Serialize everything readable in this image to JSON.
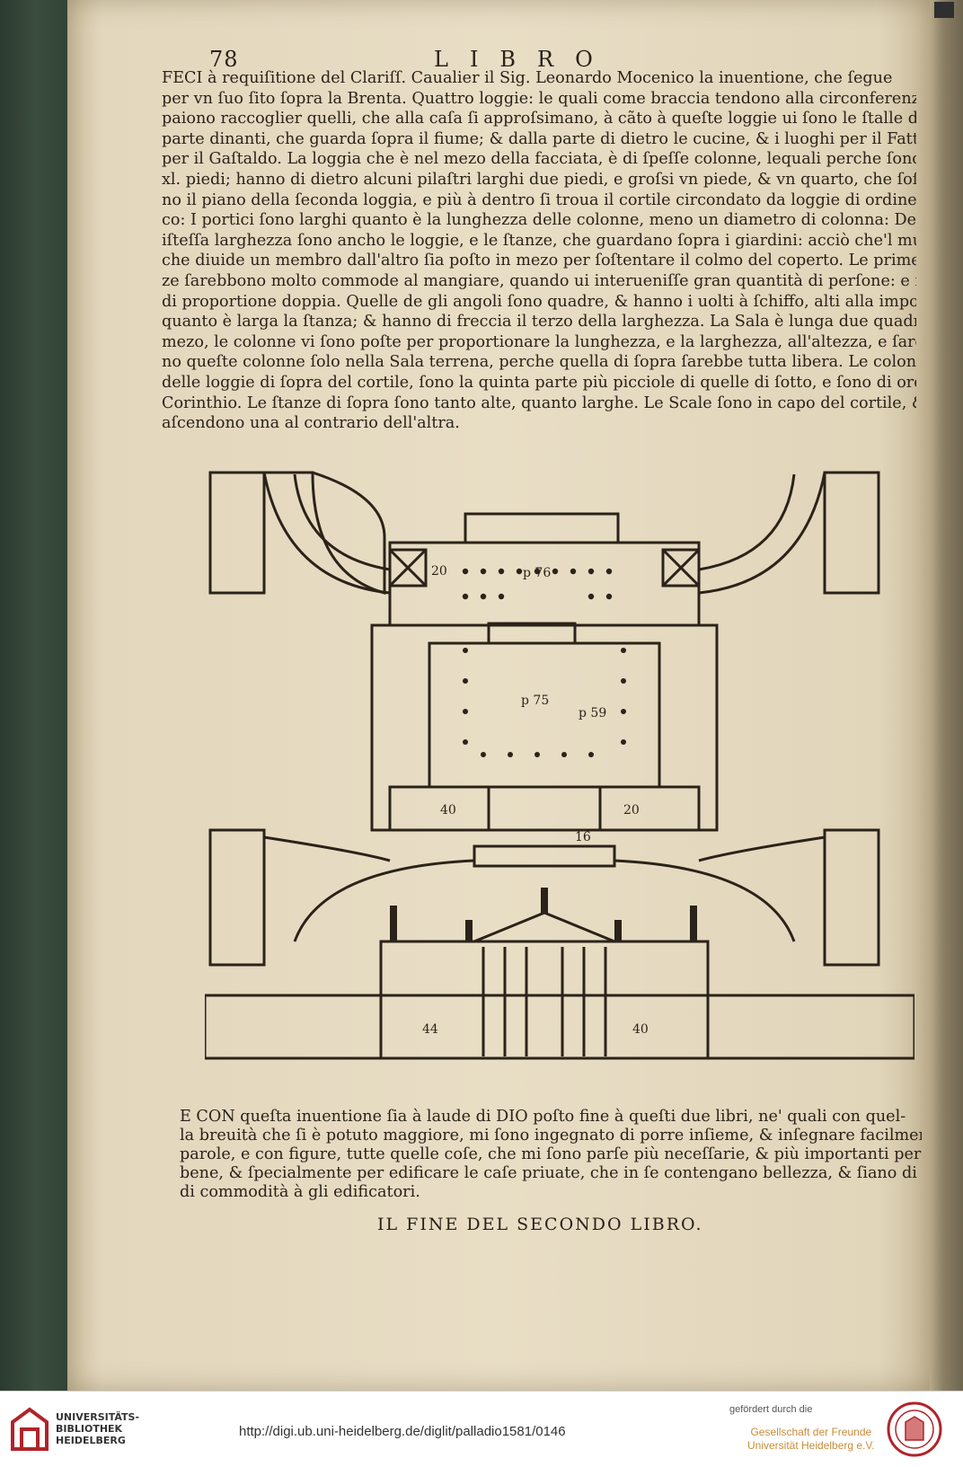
{
  "header": {
    "page_number": "78",
    "running_head": "LIBRO"
  },
  "body_lines": [
    "FECI à requiſitione del Clariſſ. Caualier il Sig. Leonardo Mocenico la inuentione, che ſegue",
    "per vn ſuo ſito ſopra la Brenta. Quattro loggie: le quali come braccia tendono alla circonferenza;",
    "paiono raccoglier quelli, che alla caſa ſi approſsimano, à cãto à queſte loggie ui ſono le ſtalle dalla",
    "parte dinanti, che guarda ſopra il fiume; & dalla parte di dietro le cucine, & i luoghi per il Fattore, &",
    "per il Gaſtaldo. La loggia che è nel mezo della facciata, è di ſpeſſe colonne, lequali perche ſono alte",
    "xl. piedi; hanno di dietro alcuni pilaſtri larghi due piedi, e groſsi vn piede, & vn quarto, che ſoſtẽta-",
    "no il piano della ſeconda loggia, e più à dentro ſi troua il cortile circondato da loggie di ordine Ioni",
    "co: I portici ſono larghi quanto è la lunghezza delle colonne, meno un diametro di colonna: Della",
    "iſteſſa larghezza ſono ancho le loggie, e le ſtanze, che guardano ſopra i giardini: acciò che'l muro,",
    "che diuide un membro dall'altro ſia poſto in mezo per ſoſtentare il colmo del coperto. Le prime ſtan",
    "ze ſarebbono molto commode al mangiare, quando ui interueniſſe gran quantità di perſone: e ſono",
    "di proportione doppia. Quelle de gli angoli ſono quadre, & hanno i uolti à ſchiffo, alti alla impoſta,",
    "quanto è larga la ſtanza; & hanno di freccia il terzo della larghezza. La Sala è lunga due quadri, e",
    "mezo, le colonne vi ſono poſte per proportionare la lunghezza, e la larghezza, all'altezza, e ſarebbo",
    "no queſte colonne ſolo nella Sala terrena, perche quella di ſopra ſarebbe tutta libera. Le colonne",
    "delle loggie di ſopra del cortile, ſono la quinta parte più picciole di quelle di ſotto, e ſono di ordine",
    "Corinthio. Le ſtanze di ſopra ſono tanto alte, quanto larghe. Le Scale ſono in capo del cortile, &",
    "aſcendono una al contrario dell'altra."
  ],
  "figure": {
    "labels": {
      "room_a": "20",
      "room_b": "40",
      "room_c": "20",
      "room_d": "16",
      "portico": "p 76",
      "court": "p 75",
      "court_side": "p 59",
      "elev_left": "44",
      "elev_right": "40"
    }
  },
  "closing_lines": [
    "E CON queſta inuentione ſia à laude di DIO poſto fine à queſti due libri, ne' quali con quel-",
    "la breuità che ſi è potuto maggiore, mi ſono ingegnato di porre inſieme, & inſegnare facilmente con",
    "parole, e con figure, tutte quelle coſe, che mi ſono parſe più neceſſarie, & più importanti per fabricar",
    "bene, & ſpecialmente per edificare le caſe priuate, che in ſe contengano bellezza, & ſiano di nome, &",
    "di commodità à gli edificatori."
  ],
  "colophon": "IL FINE DEL SECONDO LIBRO.",
  "footer": {
    "library_name_1": "UNIVERSITÄTS-",
    "library_name_2": "BIBLIOTHEK",
    "library_name_3": "HEIDELBERG",
    "url": "http://digi.ub.uni-heidelberg.de/diglit/palladio1581/0146",
    "sponsor_label": "gefördert durch die",
    "sponsor_name_1": "Gesellschaft der Freunde",
    "sponsor_name_2": "Universität Heidelberg e.V."
  }
}
